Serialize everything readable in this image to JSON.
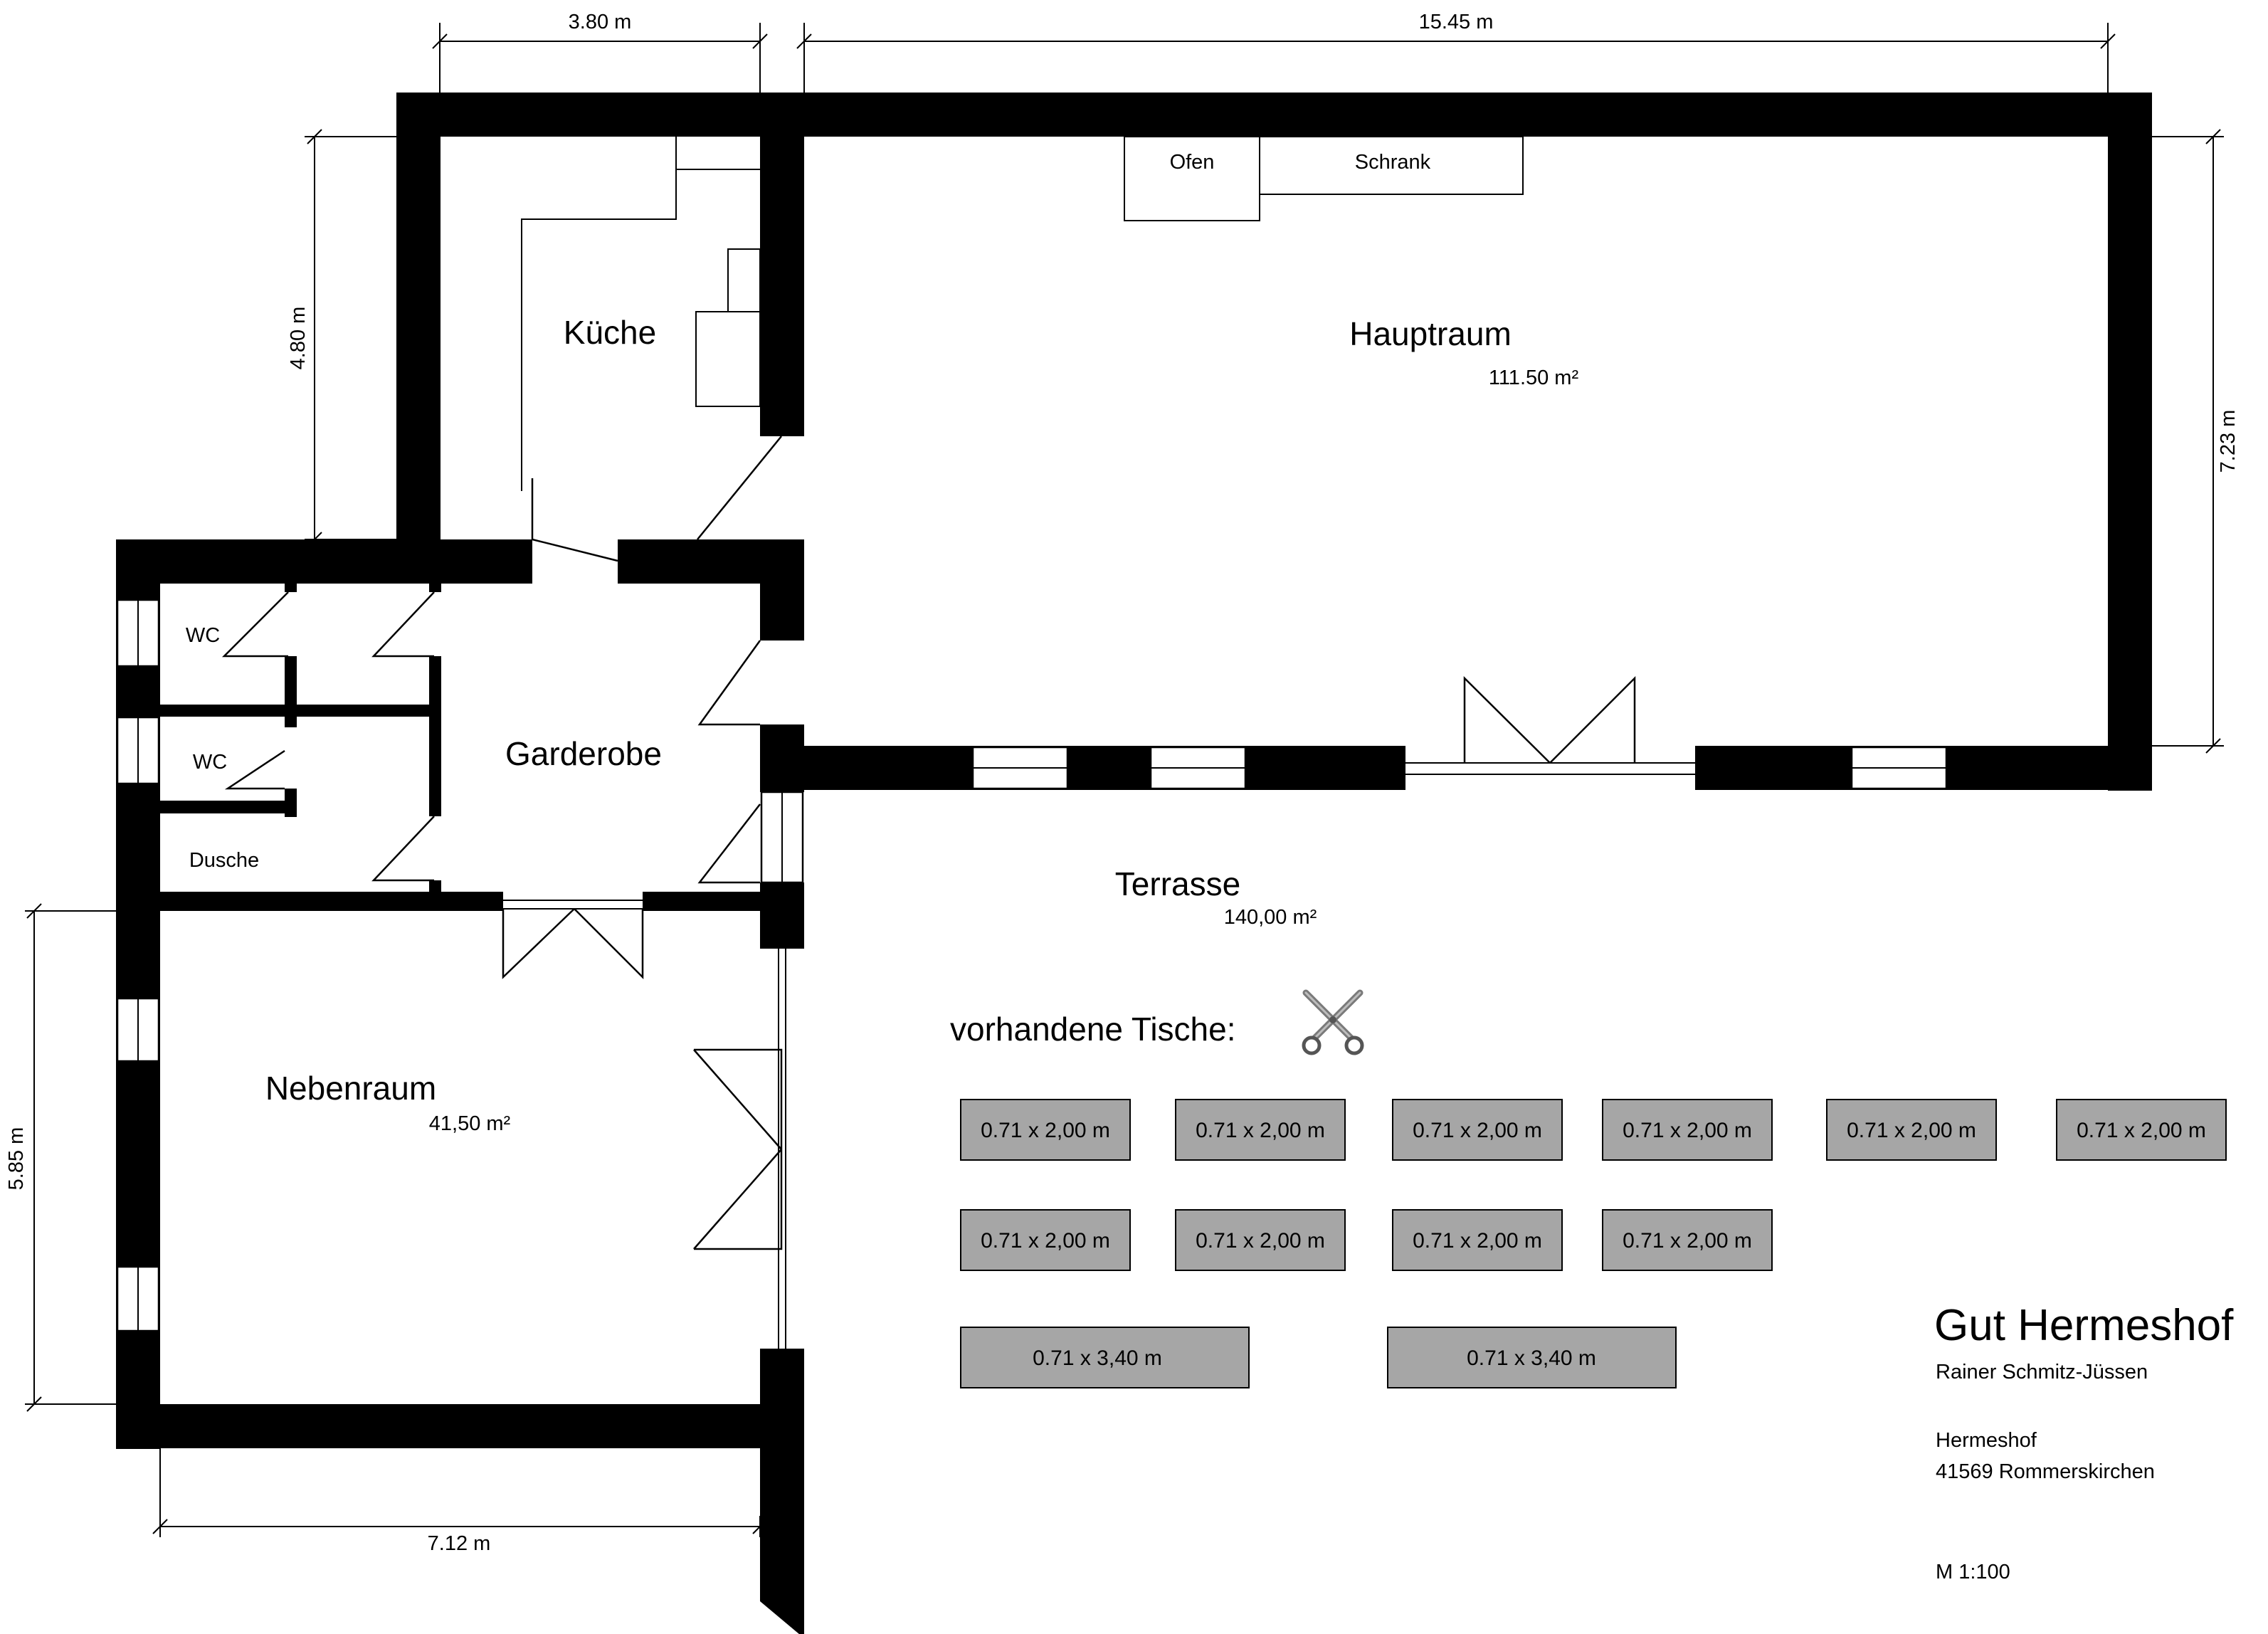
{
  "rooms": {
    "kueche": "Küche",
    "hauptraum": "Hauptraum",
    "hauptraum_area": "111.50 m²",
    "garderobe": "Garderobe",
    "wc1": "WC",
    "wc2": "WC",
    "dusche": "Dusche",
    "nebenraum": "Nebenraum",
    "nebenraum_area": "41,50 m²",
    "terrasse": "Terrasse",
    "terrasse_area": "140,00 m²"
  },
  "fixtures": {
    "ofen": "Ofen",
    "schrank": "Schrank"
  },
  "dimensions": {
    "kitchen_width": "3.80 m",
    "main_width": "15.45 m",
    "kitchen_depth": "4.80 m",
    "main_depth": "7.23 m",
    "side_depth": "5.85 m",
    "side_width": "7.12 m"
  },
  "tables": {
    "heading": "vorhandene Tische:",
    "heading_icon": "scissors-icon",
    "row1": [
      "0.71 x 2,00 m",
      "0.71 x 2,00 m",
      "0.71 x 2,00 m",
      "0.71 x 2,00 m",
      "0.71 x 2,00 m",
      "0.71 x 2,00 m"
    ],
    "row2": [
      "0.71 x 2,00 m",
      "0.71 x 2,00 m",
      "0.71 x 2,00 m",
      "0.71 x 2,00 m"
    ],
    "row3": [
      "0.71 x 3,40 m",
      "0.71 x 3,40 m"
    ],
    "fill_color": "#a6a6a6"
  },
  "info": {
    "name": "Gut Hermeshof",
    "owner": "Rainer Schmitz-Jüssen",
    "street": "Hermeshof",
    "city": "41569 Rommerskirchen",
    "scale": "M 1:100"
  }
}
